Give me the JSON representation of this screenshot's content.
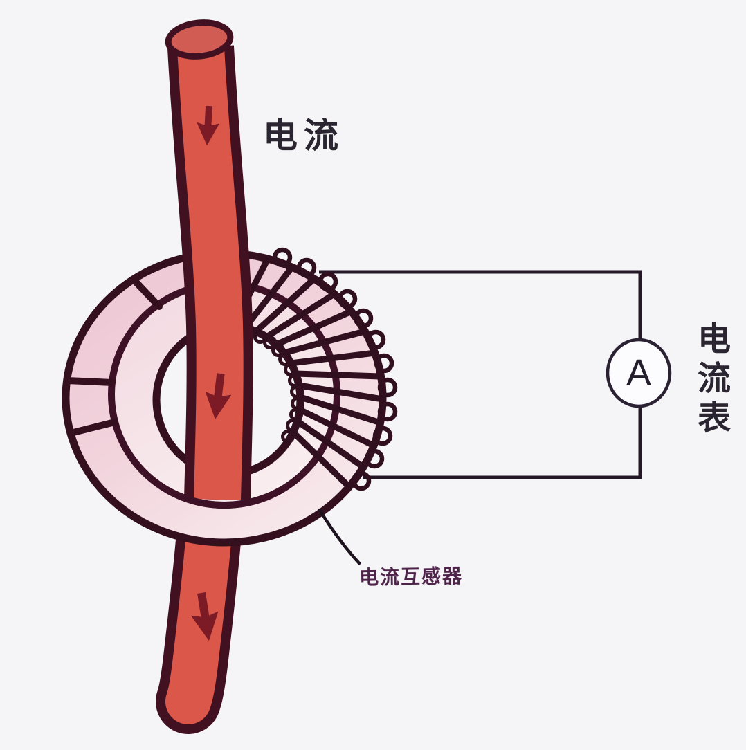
{
  "diagram": {
    "background": "#f5f4f6",
    "labels": {
      "primary_current": "电流",
      "ammeter": "电流表",
      "ammeter_symbol": "A",
      "current_transformer": "电流互感器"
    },
    "colors": {
      "conductor_fill": "#db574a",
      "conductor_cap": "#d15c54",
      "conductor_outline": "#411021",
      "core_outline": "#34101f",
      "core_band_outer": "#ecc6d3",
      "core_band_inner": "#f4dfe5",
      "winding": "#30101f",
      "wire": "#241826",
      "arrow": "#7c1b26",
      "label_dark": "#2b2531",
      "transformer_label": "#4e2349",
      "ammeter_face": "#fcfbfd"
    },
    "parts": [
      "primary-conductor",
      "current-direction-arrows (3, pointing down)",
      "toroidal-core",
      "secondary-winding (13 turns)",
      "connecting-wires",
      "ammeter-circle",
      "pointer-line"
    ]
  }
}
